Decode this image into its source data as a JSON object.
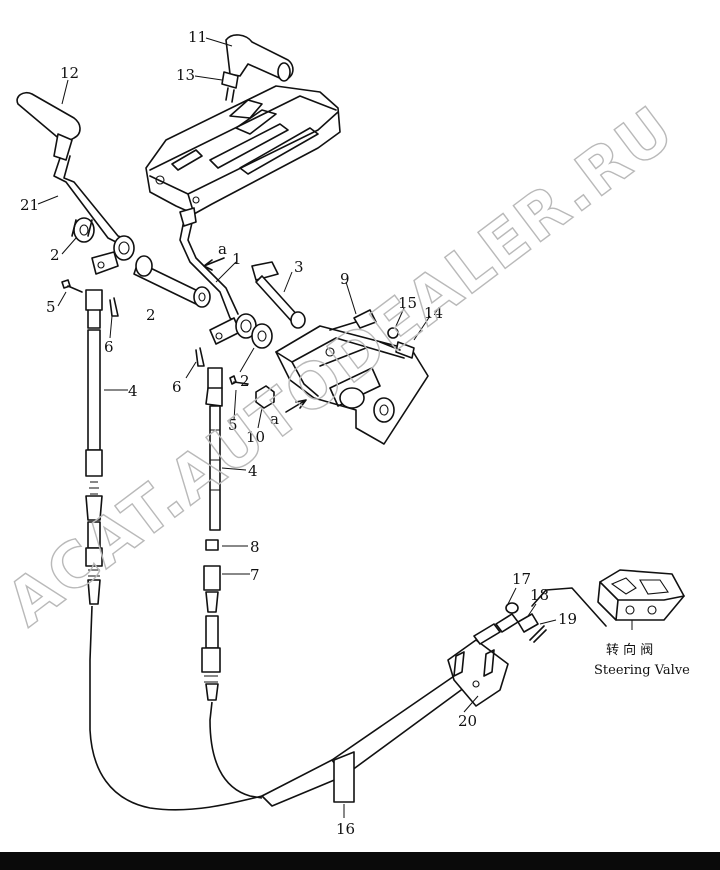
{
  "callouts": [
    "11",
    "13",
    "12",
    "21",
    "2",
    "1",
    "3",
    "a",
    "2",
    "9",
    "5",
    "6",
    "15",
    "14",
    "4",
    "6",
    "2",
    "5",
    "10",
    "a",
    "4",
    "8",
    "7",
    "17",
    "18",
    "19",
    "20",
    "16"
  ],
  "steering_valve": {
    "cn": "转 向 阀",
    "en": "Steering Valve"
  },
  "watermark": "ACAT.AUTODEALER.RU",
  "colors": {
    "ink": "#111111",
    "watermark": "#b9b9b9",
    "bottom_bar": "#0a0a0a"
  }
}
